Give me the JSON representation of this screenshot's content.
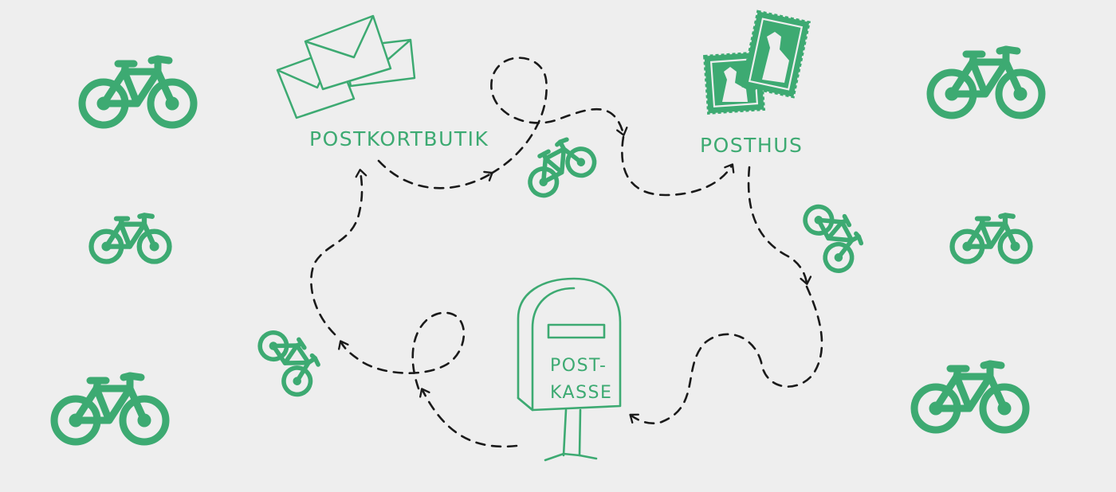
{
  "labels": {
    "postcard_shop": "POSTKORTBUTIK",
    "post_office": "POSTHUS",
    "mailbox_line1": "POST-",
    "mailbox_line2": "KASSE"
  },
  "colors": {
    "background": "#eeeeee",
    "green": "#3daa72",
    "path": "#1a1a1a"
  },
  "icons": {
    "envelopes": "envelopes-icon",
    "stamps": "stamps-icon",
    "mailbox": "mailbox-icon",
    "bicycle": "bicycle-icon"
  }
}
